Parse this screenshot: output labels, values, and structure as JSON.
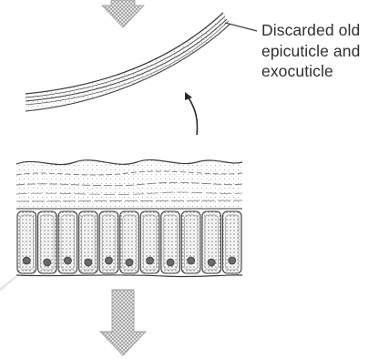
{
  "diagram": {
    "callout_label": {
      "line1": "Discarded old",
      "line2": "epicuticle and",
      "line3": "exocuticle"
    },
    "cell_count": 11,
    "colors": {
      "ink": "#3a3a3a",
      "shade": "#9a9a9a",
      "light": "#d2d2d2"
    }
  }
}
